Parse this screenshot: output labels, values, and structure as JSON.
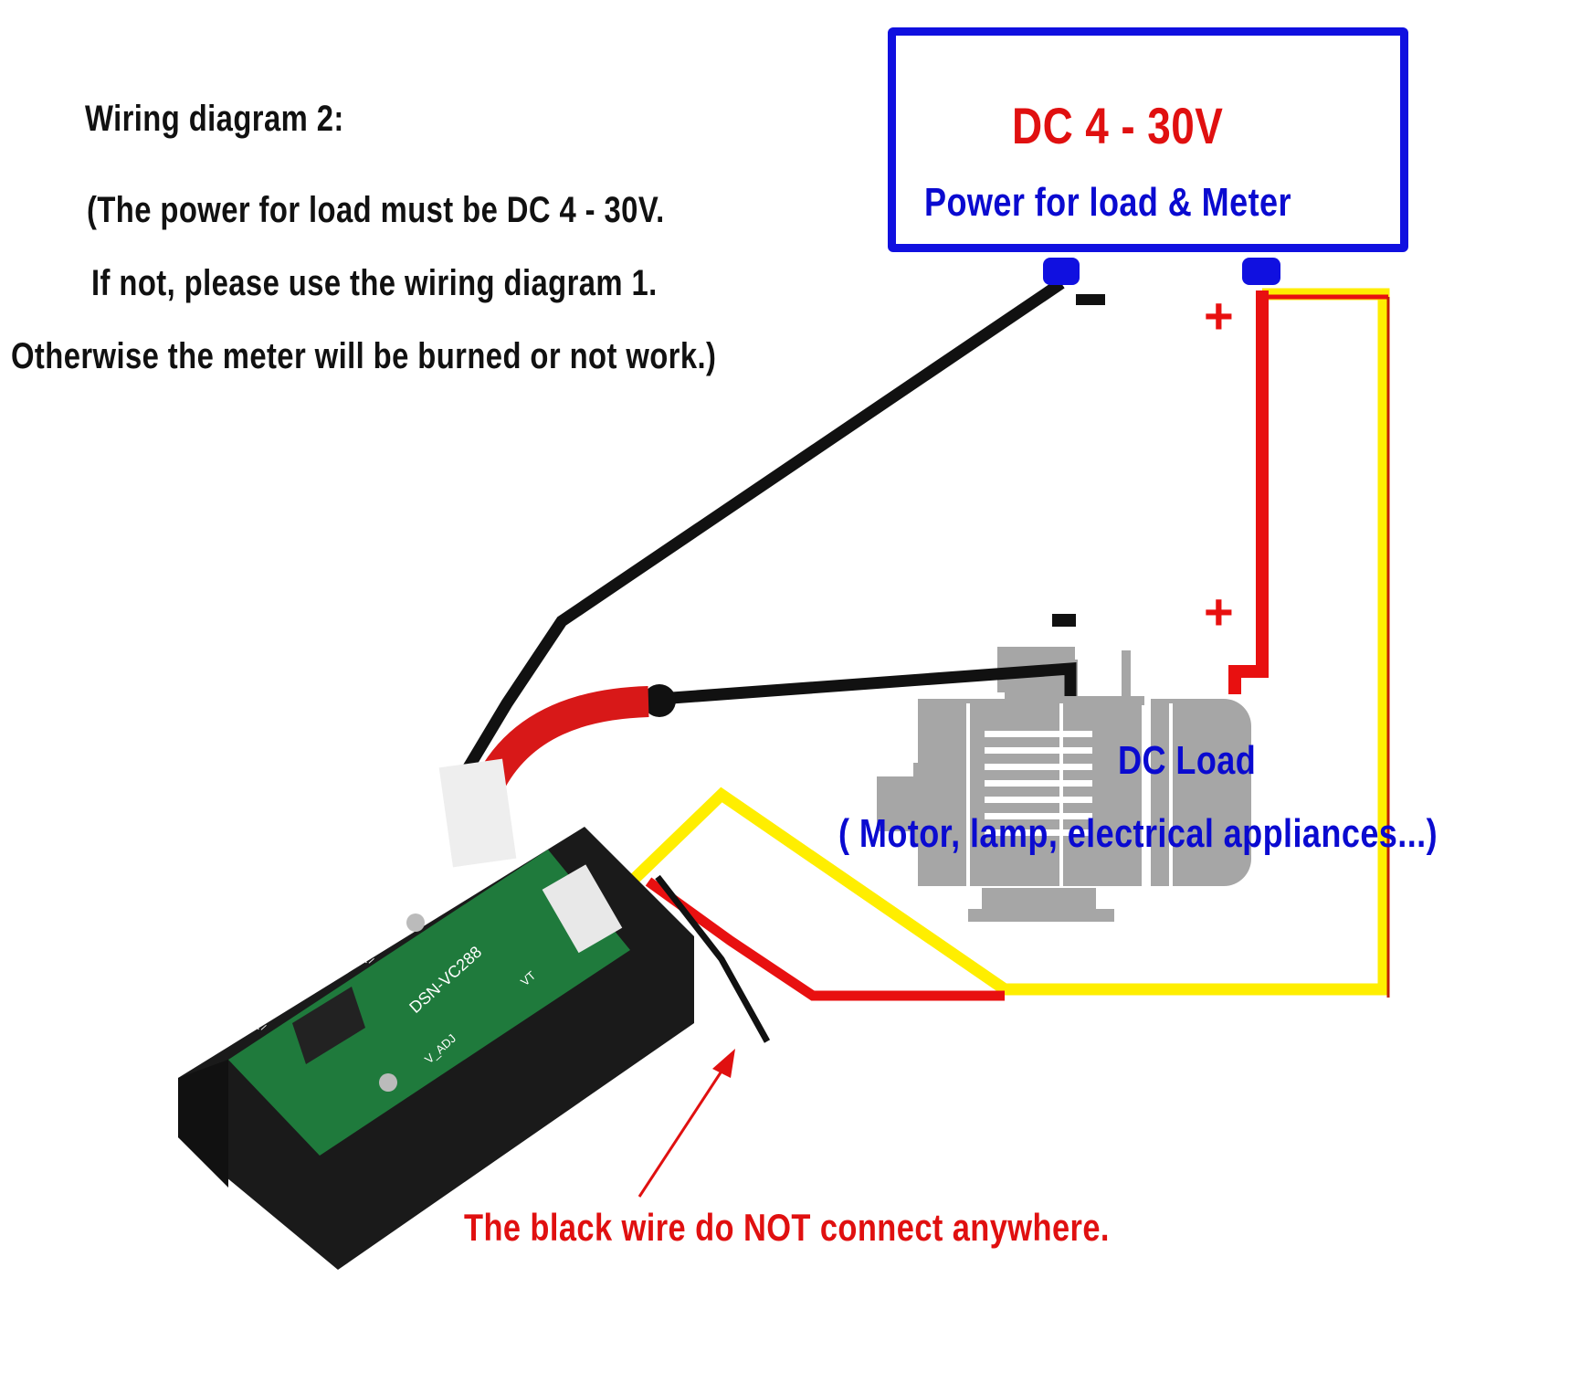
{
  "heading": {
    "title": "Wiring diagram 2:",
    "instructions": [
      "(The power for load must be DC 4 - 30V.",
      "If not, please use the wiring diagram 1.",
      "Otherwise the meter will be burned or not work.)"
    ]
  },
  "power_supply": {
    "voltage": "DC 4 - 30V",
    "label": "Power for load & Meter",
    "negative_symbol": "-",
    "positive_symbol": "+"
  },
  "load": {
    "title": "DC Load",
    "subtitle": "( Motor, lamp, electrical appliances...)",
    "negative_symbol": "-",
    "positive_symbol": "+"
  },
  "meter": {
    "board_model": "DSN-VC288",
    "labels": [
      "I_ADJ_Z",
      "I_ADJ",
      "V_ADJ",
      "VT"
    ]
  },
  "note": "The black wire do NOT connect anywhere.",
  "colors": {
    "psu_border": "#1010e0",
    "psu_text_voltage": "#e01010",
    "blue_text": "#0a0ad0",
    "wire_black": "#111111",
    "wire_red": "#e81010",
    "wire_yellow": "#ffee00",
    "motor_gray": "#a6a6a6",
    "pcb_green": "#1f7a3c",
    "warning_red": "#e01010"
  }
}
